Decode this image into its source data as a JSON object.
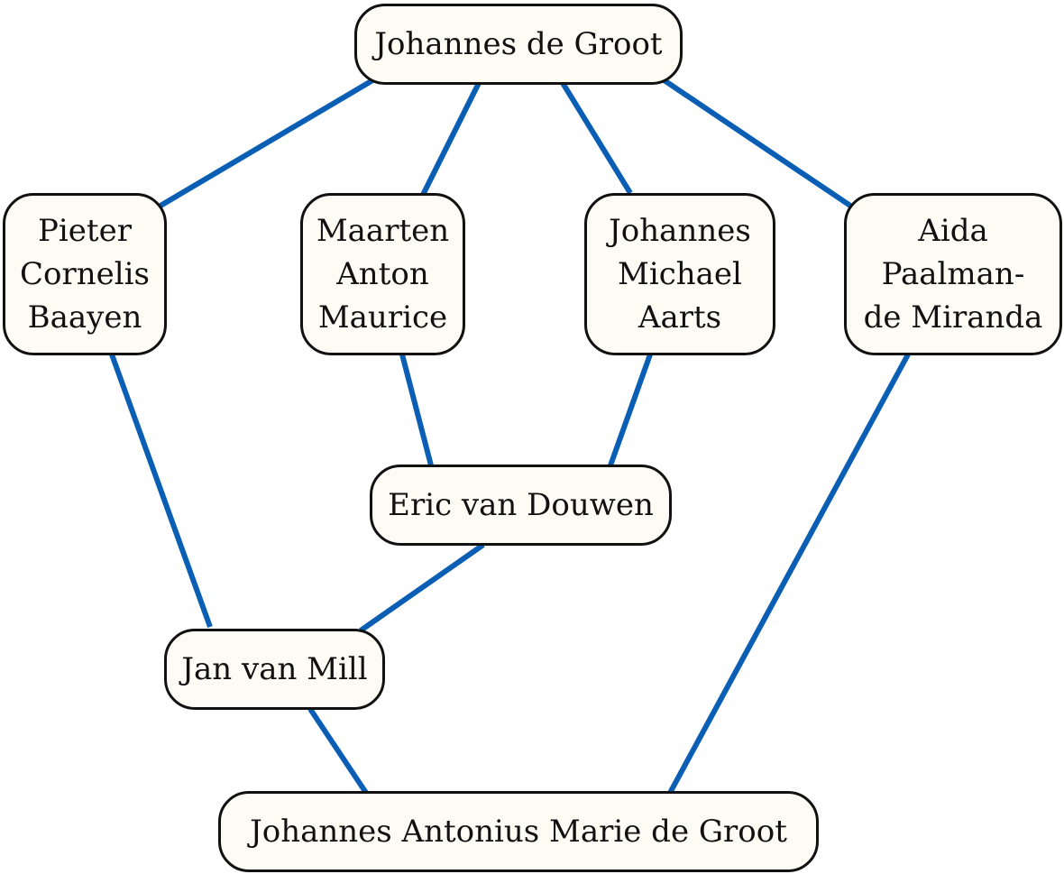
{
  "diagram": {
    "edge_color": "#0a5fb4",
    "node_fill": "#fcfcf4",
    "node_border": "#111111",
    "nodes": {
      "jdg": {
        "lines": [
          "Johannes de Groot"
        ]
      },
      "pcb": {
        "lines": [
          "Pieter",
          "Cornelis",
          "Baayen"
        ]
      },
      "mam": {
        "lines": [
          "Maarten",
          "Anton",
          "Maurice"
        ]
      },
      "jma": {
        "lines": [
          "Johannes",
          "Michael",
          "Aarts"
        ]
      },
      "apm": {
        "lines": [
          "Aida",
          "Paalman-",
          "de Miranda"
        ]
      },
      "evd": {
        "lines": [
          "Eric van Douwen"
        ]
      },
      "jvm": {
        "lines": [
          "Jan van Mill"
        ]
      },
      "jamdg": {
        "lines": [
          "Johannes Antonius Marie de Groot"
        ]
      }
    },
    "edges": [
      [
        "jdg",
        "pcb"
      ],
      [
        "jdg",
        "mam"
      ],
      [
        "jdg",
        "jma"
      ],
      [
        "jdg",
        "apm"
      ],
      [
        "pcb",
        "jvm"
      ],
      [
        "mam",
        "evd"
      ],
      [
        "jma",
        "evd"
      ],
      [
        "evd",
        "jvm"
      ],
      [
        "jvm",
        "jamdg"
      ],
      [
        "apm",
        "jamdg"
      ]
    ]
  }
}
